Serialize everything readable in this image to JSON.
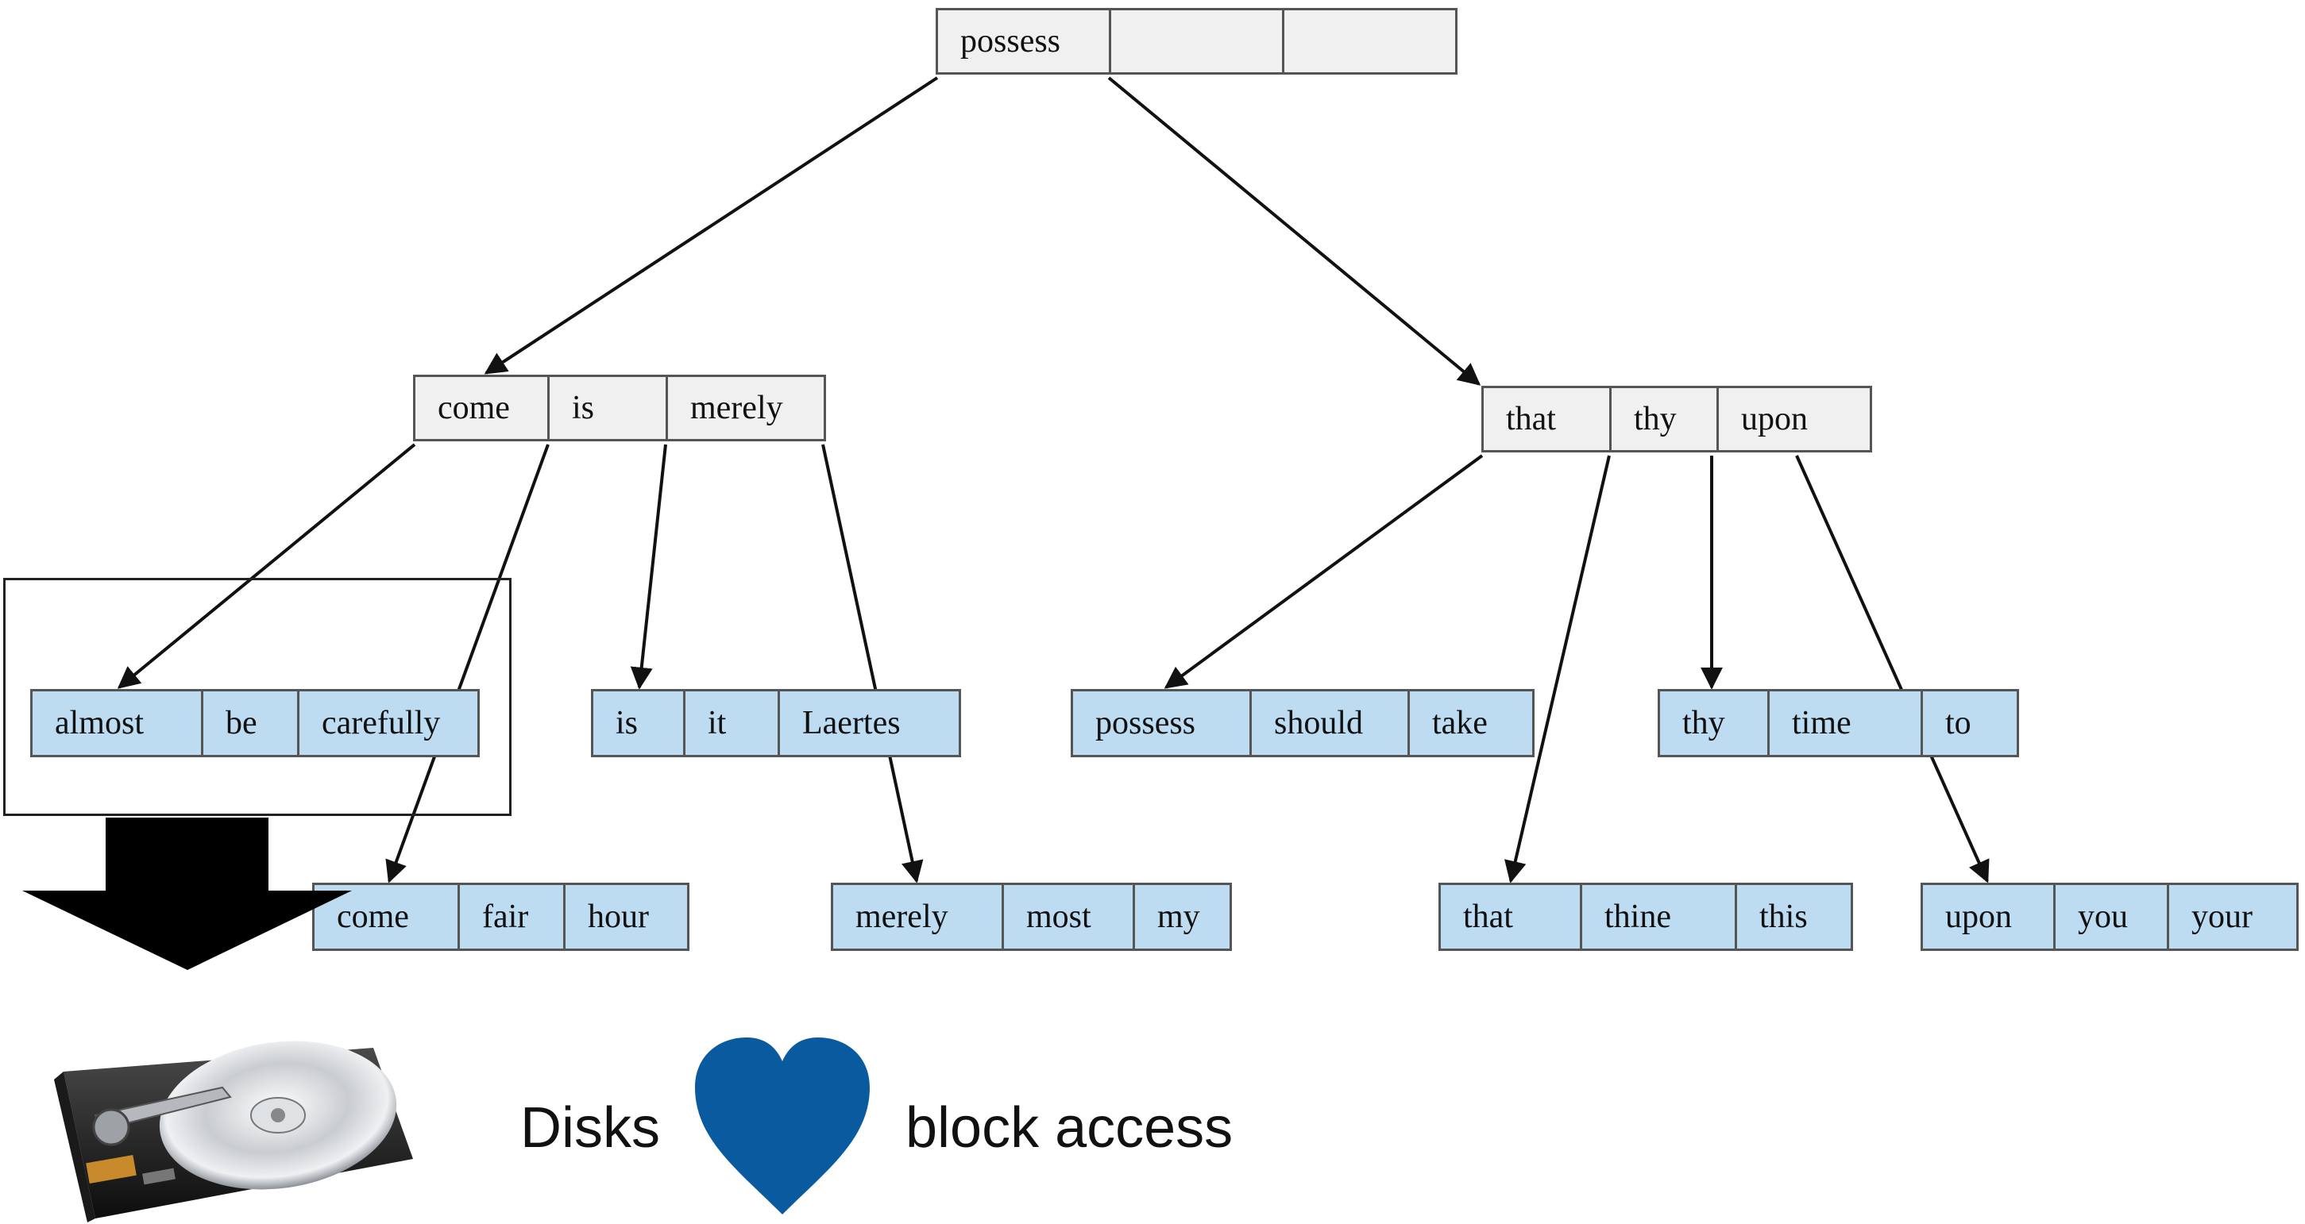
{
  "tree": {
    "root": {
      "keys": [
        "possess",
        "",
        ""
      ]
    },
    "internal": [
      {
        "id": "n-left",
        "keys": [
          "come",
          "is",
          "merely"
        ]
      },
      {
        "id": "n-right",
        "keys": [
          "that",
          "thy",
          "upon"
        ]
      }
    ],
    "leaves": [
      {
        "id": "leaf-almost",
        "keys": [
          "almost",
          "be",
          "carefully"
        ]
      },
      {
        "id": "leaf-come",
        "keys": [
          "come",
          "fair",
          "hour"
        ]
      },
      {
        "id": "leaf-is",
        "keys": [
          "is",
          "it",
          "Laertes"
        ]
      },
      {
        "id": "leaf-merely",
        "keys": [
          "merely",
          "most",
          "my"
        ]
      },
      {
        "id": "leaf-possess",
        "keys": [
          "possess",
          "should",
          "take"
        ]
      },
      {
        "id": "leaf-that",
        "keys": [
          "that",
          "thine",
          "this"
        ]
      },
      {
        "id": "leaf-thy",
        "keys": [
          "thy",
          "time",
          "to"
        ]
      },
      {
        "id": "leaf-upon",
        "keys": [
          "upon",
          "you",
          "your"
        ]
      }
    ]
  },
  "caption": {
    "left": "Disks",
    "right": "block access"
  },
  "icons": {
    "heart": "heart-icon",
    "disk": "hard-disk-icon",
    "arrow": "down-arrow-icon"
  },
  "colors": {
    "leaf_fill": "#bddcf2",
    "internal_fill": "#f0f0f0",
    "heart": "#0a5aa0"
  }
}
